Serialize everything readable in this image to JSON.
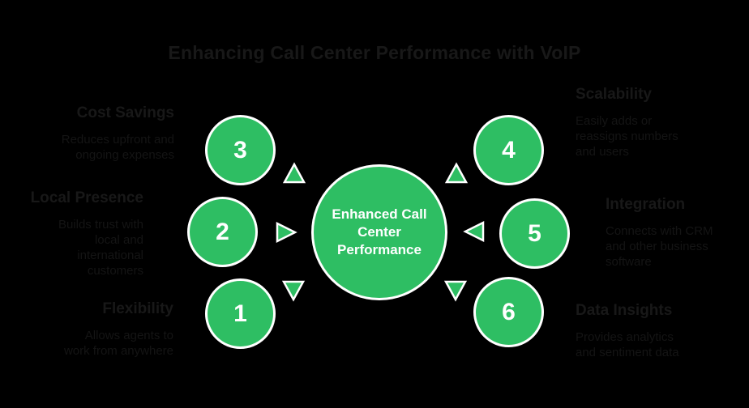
{
  "title": "Enhancing Call Center Performance with VoIP",
  "colors": {
    "accent_green": "#2ebe63",
    "circle_border": "#ffffff",
    "background": "#000000",
    "dark_text": "#181818",
    "circle_text": "#ffffff"
  },
  "center": {
    "lines": [
      "Enhanced Call",
      "Center",
      "Performance"
    ]
  },
  "circles": {
    "numbers": [
      "1",
      "2",
      "3",
      "4",
      "5",
      "6"
    ]
  },
  "labels": {
    "cost_savings": {
      "heading": "Cost Savings",
      "lines": [
        "Reduces upfront and",
        "ongoing expenses"
      ]
    },
    "local_presence": {
      "heading": "Local Presence",
      "lines": [
        "Builds trust with",
        "local and",
        "international",
        "customers"
      ]
    },
    "flexibility": {
      "heading": "Flexibility",
      "lines": [
        "Allows agents to",
        "work from anywhere"
      ]
    },
    "scalability": {
      "heading": "Scalability",
      "lines": [
        "Easily adds or",
        "reassigns numbers",
        "and users"
      ]
    },
    "integration": {
      "heading": "Integration",
      "lines": [
        "Connects with CRM",
        "and other business",
        "software"
      ]
    },
    "data_insights": {
      "heading": "Data Insights",
      "lines": [
        "Provides analytics",
        "and sentiment data"
      ]
    }
  },
  "icons": {
    "arrows": [
      "arrow-up-icon",
      "arrow-right-icon",
      "arrow-down-icon",
      "arrow-up-icon",
      "arrow-left-icon",
      "arrow-down-icon"
    ]
  }
}
